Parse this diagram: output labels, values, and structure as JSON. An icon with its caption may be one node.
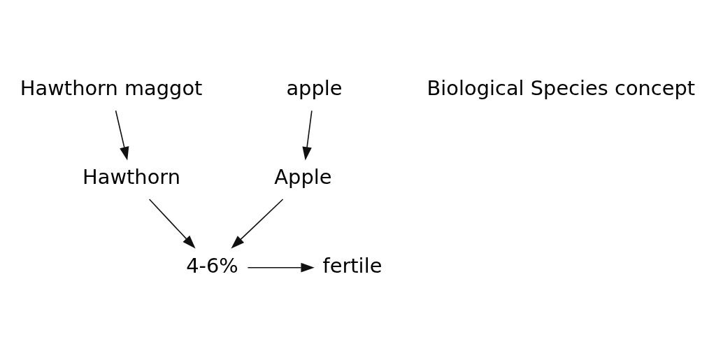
{
  "diagram": {
    "nodes": [
      {
        "text": [
          "Hawthorn maggot"
        ]
      },
      {
        "text": [
          "Hawthorn"
        ]
      },
      {
        "text": [
          "apple"
        ]
      },
      {
        "text": [
          "Apple"
        ]
      },
      {
        "text": [
          "4-6%"
        ]
      },
      {
        "text": [
          "fertile"
        ]
      }
    ],
    "edges": [
      {
        "from": 0,
        "to": 1,
        "arrow": "to"
      },
      {
        "from": 2,
        "to": 3,
        "arrow": "to"
      },
      {
        "from": 1,
        "to": 4,
        "arrow": "to"
      },
      {
        "from": 3,
        "to": 4,
        "arrow": "to"
      },
      {
        "from": 4,
        "to": 5,
        "arrow": "to"
      }
    ],
    "labels": [
      "Biological Species concept"
    ]
  }
}
